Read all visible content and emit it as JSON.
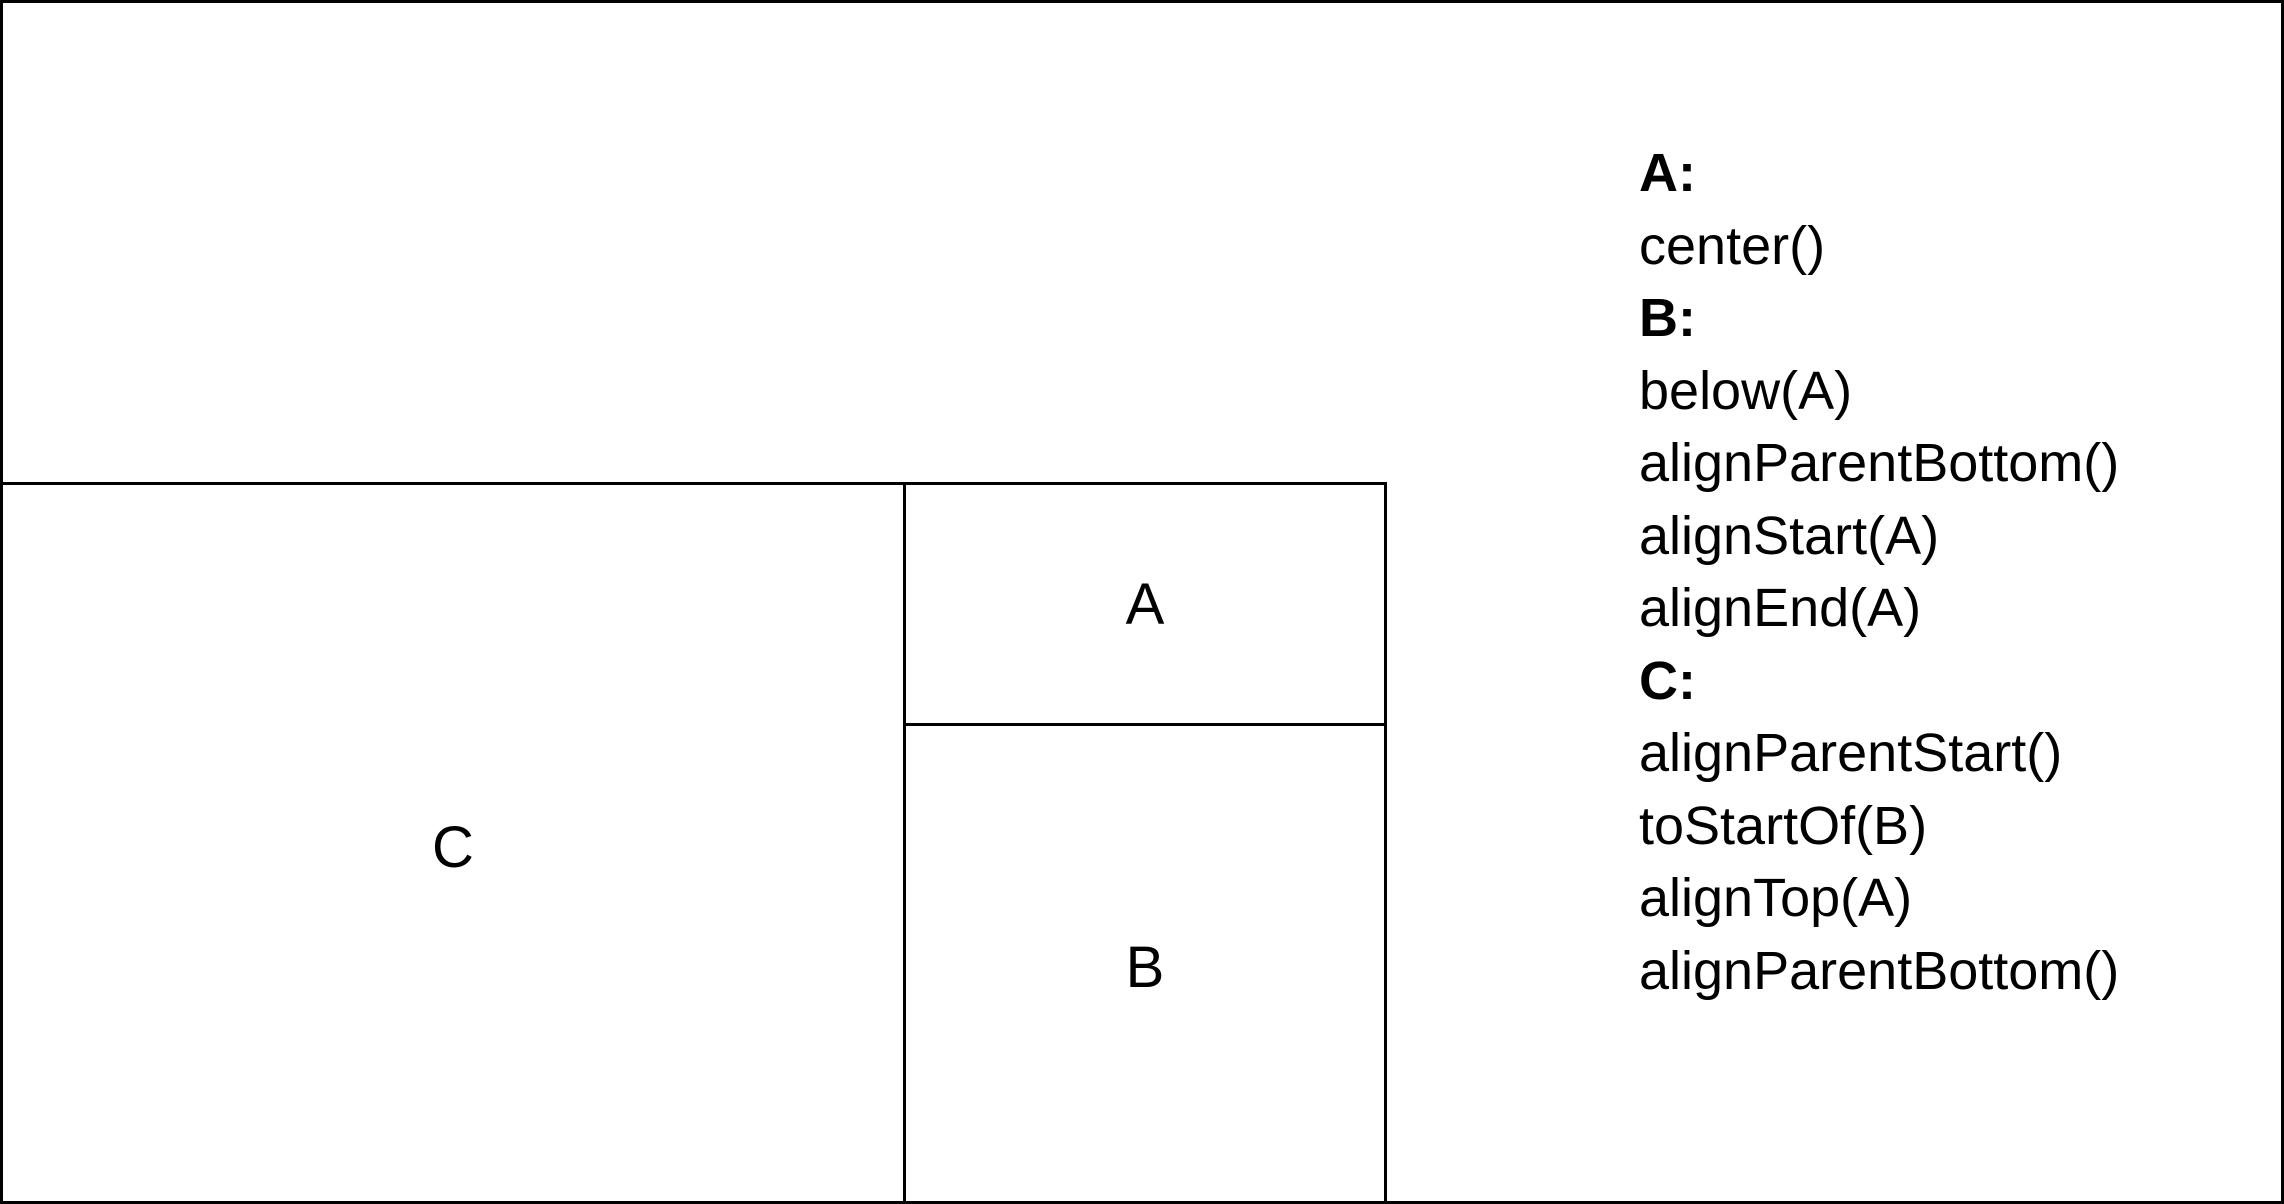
{
  "boxes": {
    "a": {
      "label": "A"
    },
    "b": {
      "label": "B"
    },
    "c": {
      "label": "C"
    }
  },
  "rules": [
    {
      "head": "A:",
      "lines": [
        "center()"
      ]
    },
    {
      "head": "B:",
      "lines": [
        "below(A)",
        "alignParentBottom()",
        "alignStart(A)",
        "alignEnd(A)"
      ]
    },
    {
      "head": "C:",
      "lines": [
        "alignParentStart()",
        "toStartOf(B)",
        "alignTop(A)",
        "alignParentBottom()"
      ]
    }
  ]
}
